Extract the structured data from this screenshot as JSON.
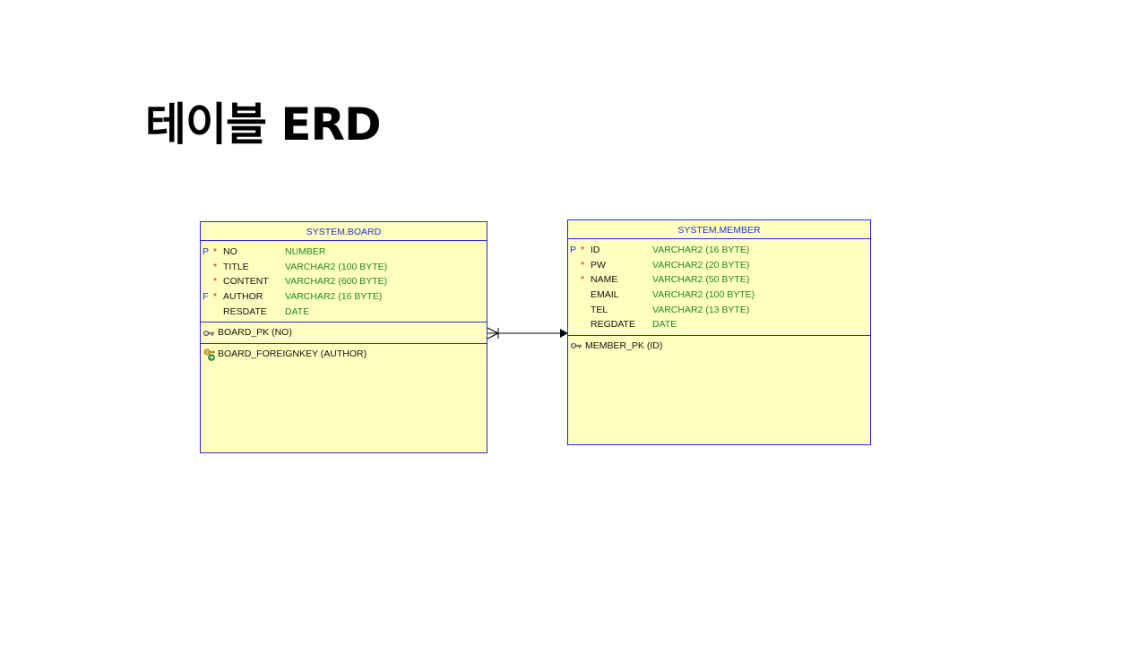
{
  "slide": {
    "title": "테이블 ERD"
  },
  "board": {
    "name": "SYSTEM.BOARD",
    "columns": [
      {
        "key": "P",
        "required": "*",
        "name": "NO",
        "type": "NUMBER"
      },
      {
        "key": "",
        "required": "*",
        "name": "TITLE",
        "type": "VARCHAR2 (100 BYTE)"
      },
      {
        "key": "",
        "required": "*",
        "name": "CONTENT",
        "type": "VARCHAR2 (600 BYTE)"
      },
      {
        "key": "F",
        "required": "*",
        "name": "AUTHOR",
        "type": "VARCHAR2 (16 BYTE)"
      },
      {
        "key": "",
        "required": "",
        "name": "RESDATE",
        "type": "DATE"
      }
    ],
    "primary_key": "BOARD_PK (NO)",
    "foreign_key": "BOARD_FOREIGNKEY (AUTHOR)"
  },
  "member": {
    "name": "SYSTEM.MEMBER",
    "columns": [
      {
        "key": "P",
        "required": "*",
        "name": "ID",
        "type": "VARCHAR2 (16 BYTE)"
      },
      {
        "key": "",
        "required": "*",
        "name": "PW",
        "type": "VARCHAR2 (20 BYTE)"
      },
      {
        "key": "",
        "required": "*",
        "name": "NAME",
        "type": "VARCHAR2 (50 BYTE)"
      },
      {
        "key": "",
        "required": "",
        "name": "EMAIL",
        "type": "VARCHAR2 (100 BYTE)"
      },
      {
        "key": "",
        "required": "",
        "name": "TEL",
        "type": "VARCHAR2 (13 BYTE)"
      },
      {
        "key": "",
        "required": "",
        "name": "REGDATE",
        "type": "DATE"
      }
    ],
    "primary_key": "MEMBER_PK (ID)"
  },
  "colors": {
    "table_fill": "#ffffc0",
    "table_border": "#2b2bd9",
    "type_text": "#1e8a1e",
    "required_marker": "#dd1111"
  }
}
